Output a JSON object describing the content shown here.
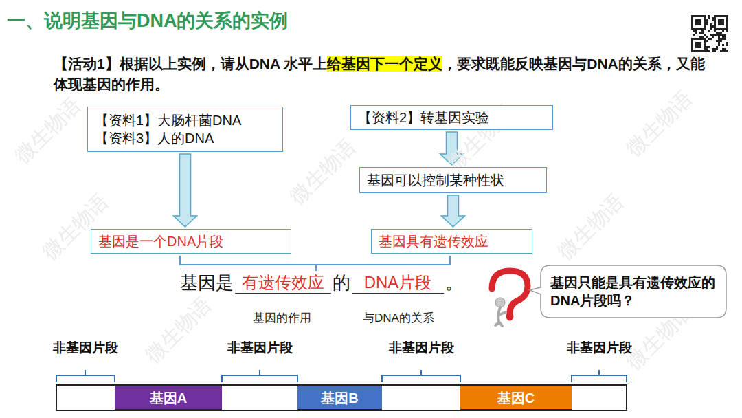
{
  "diagram": {
    "title": "一、说明基因与DNA的关系的实例",
    "nodes": [
      {
        "text": [
          "【资料1】大肠杆菌DNA",
          "【资料3】人的DNA"
        ]
      },
      {
        "text": [
          "【资料2】转基因实验"
        ]
      },
      {
        "text": [
          "基因可以控制某种性状"
        ]
      },
      {
        "text": [
          "基因是一个DNA片段"
        ]
      },
      {
        "text": [
          "基因具有遗传效应"
        ]
      },
      {
        "text": [
          "基因只能是具有遗传效应的DNA片段吗？"
        ]
      },
      {
        "text": [
          "基因A"
        ]
      },
      {
        "text": [
          "基因B"
        ]
      },
      {
        "text": [
          "基因C"
        ]
      }
    ],
    "edges": [
      {
        "from": 0,
        "to": 3,
        "arrow": "to"
      },
      {
        "from": 1,
        "to": 2,
        "arrow": "to"
      },
      {
        "from": 2,
        "to": 4,
        "arrow": "to"
      }
    ],
    "labels": [
      "【活动1】根据以上实例，请从DNA 水平上",
      "给基因下一个定义",
      "，要求既能反映基因与DNA的关系，又能体现基因的作用。",
      "基因是",
      "有遗传效应",
      "的",
      "DNA片段",
      "。",
      "基因的作用",
      "与DNA的关系",
      "非基因片段",
      "非基因片段",
      "非基因片段",
      "非基因片段",
      "微生物语",
      "微生物语",
      "微生物语",
      "微生物语",
      "微生物语",
      "微生物语",
      "微生物语",
      "微生物语"
    ]
  }
}
